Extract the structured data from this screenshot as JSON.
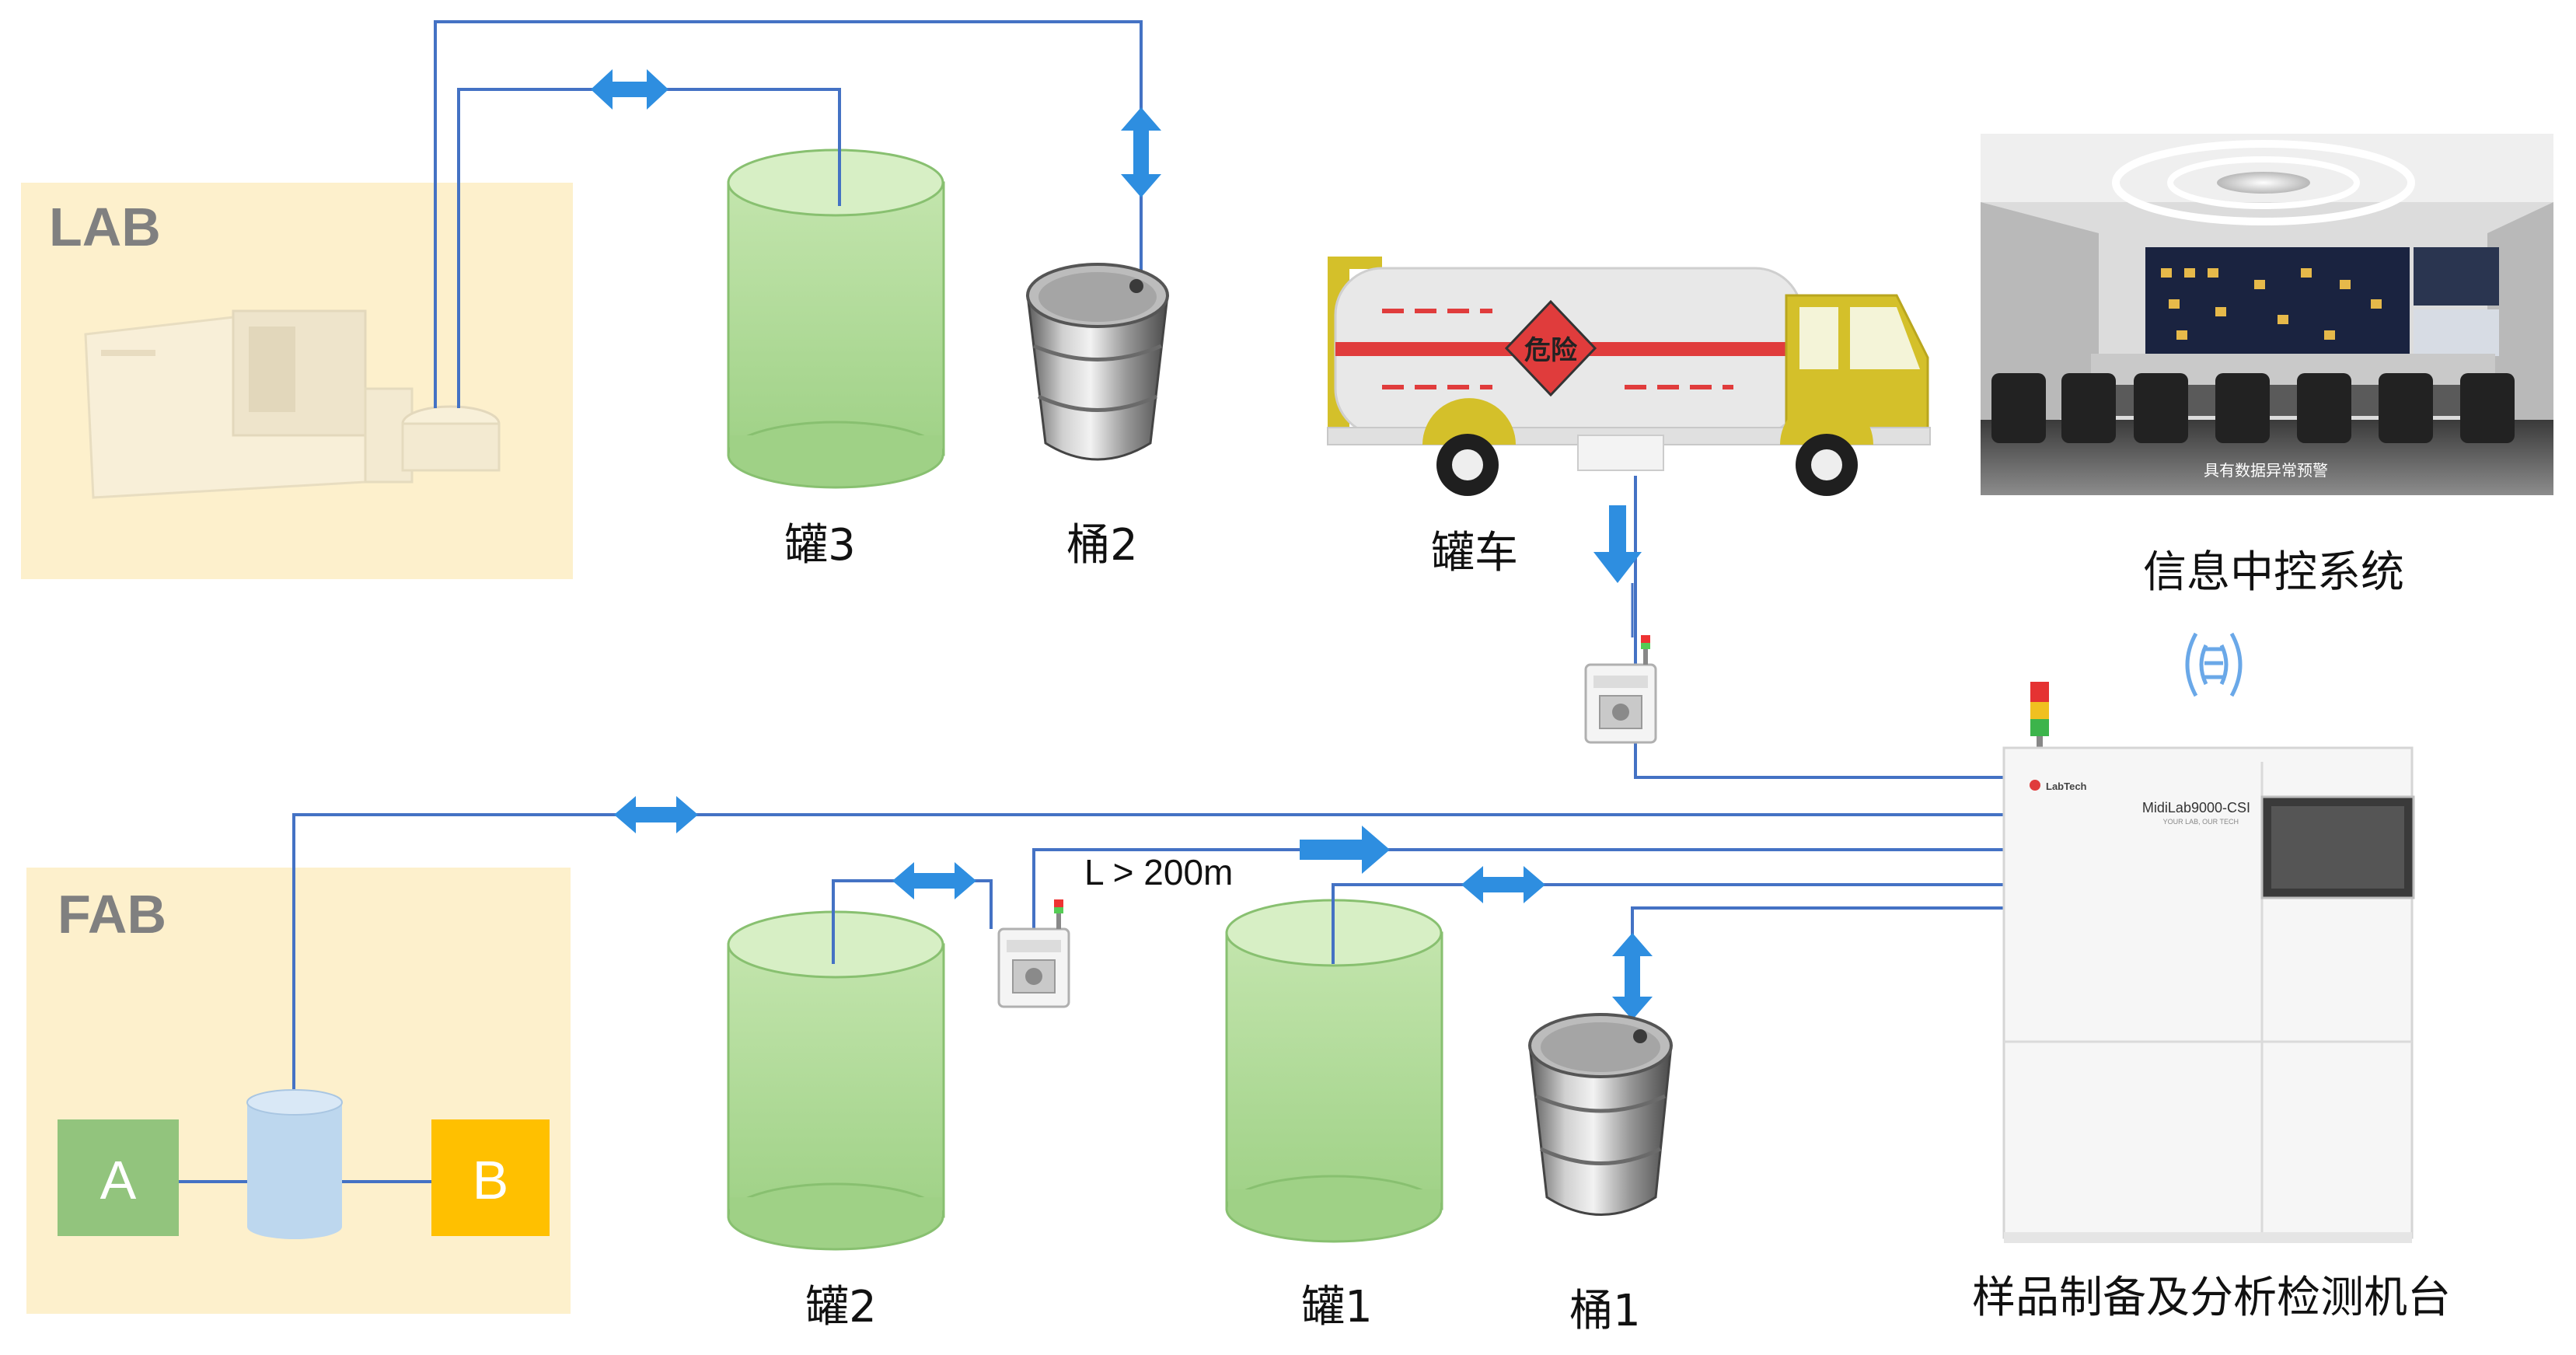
{
  "zones": {
    "lab": "LAB",
    "fab": "FAB"
  },
  "labels": {
    "tank3": "罐3",
    "barrel2": "桶2",
    "tanker": "罐车",
    "control_center": "信息中控系统",
    "tank2": "罐2",
    "tank1": "罐1",
    "barrel1": "桶1",
    "machine": "样品制备及分析检测机台",
    "distance": "L > 200m",
    "box_a": "A",
    "box_b": "B",
    "hazard": "危险",
    "machine_model": "MidiLab9000-CSI",
    "machine_brand": "LabTech",
    "machine_slogan": "YOUR LAB, OUR TECH",
    "control_caption": "具有数据异常预警"
  },
  "colors": {
    "pipe": "#4472c4",
    "arrow": "#2e8ee0",
    "zone_fill": "#fdf0cc",
    "tank_top": "#d7efc5",
    "tank_body": "#a8d690",
    "tank_stroke": "#88c070",
    "box_a": "#92c47d",
    "box_b": "#ffc000",
    "vessel": "#bdd7ee",
    "zone_text": "#808080",
    "tanker_body": "#e8e8e8",
    "tanker_stripe": "#e03c3c",
    "cab": "#d4c02a"
  }
}
